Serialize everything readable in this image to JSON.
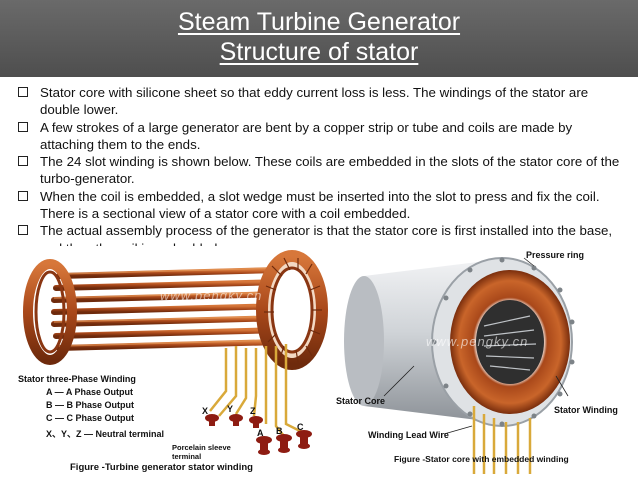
{
  "header": {
    "title_line1": "Steam Turbine Generator",
    "title_line2": "Structure of stator"
  },
  "bullets": [
    "Stator core with silicone sheet so that eddy current loss is less.  The windings of the stator are double lower.",
    "A few strokes of a large generator are bent by a copper strip or tube and coils are made by attaching them to the ends.",
    "The 24 slot winding is shown below. These coils are embedded in the slots of the stator core of the turbo-generator.",
    "When the coil is embedded, a slot wedge must be inserted into the slot to press and fix the coil. There is a sectional view of a stator core with a coil embedded.",
    "The actual assembly process of the generator is that the stator core is first installed into the base, and then the coil is embedded."
  ],
  "figure_left": {
    "watermark": "www.pengky.cn",
    "winding_title": "Stator three-Phase Winding",
    "legend": [
      "A — A Phase Output",
      "B — B Phase Output",
      "C — C Phase Output",
      "X、Y、Z — Neutral terminal"
    ],
    "terminal_letters": [
      "X",
      "Y",
      "Z",
      "A",
      "B",
      "C"
    ],
    "sleeve_label": "Porcelain sleeve terminal",
    "caption": "Figure -Turbine generator stator winding"
  },
  "figure_right": {
    "watermark": "www.pengky.cn",
    "pressure_ring": "Pressure ring",
    "stator_core": "Stator Core",
    "stator_winding": "Stator Winding",
    "lead_wire": "Winding Lead Wire",
    "caption": "Figure -Stator core with embedded winding"
  },
  "colors": {
    "title_bg": "#5a5a5a",
    "copper": "#b5541f",
    "lead_wire": "#d9a93a",
    "core": "#c9ccd0"
  }
}
